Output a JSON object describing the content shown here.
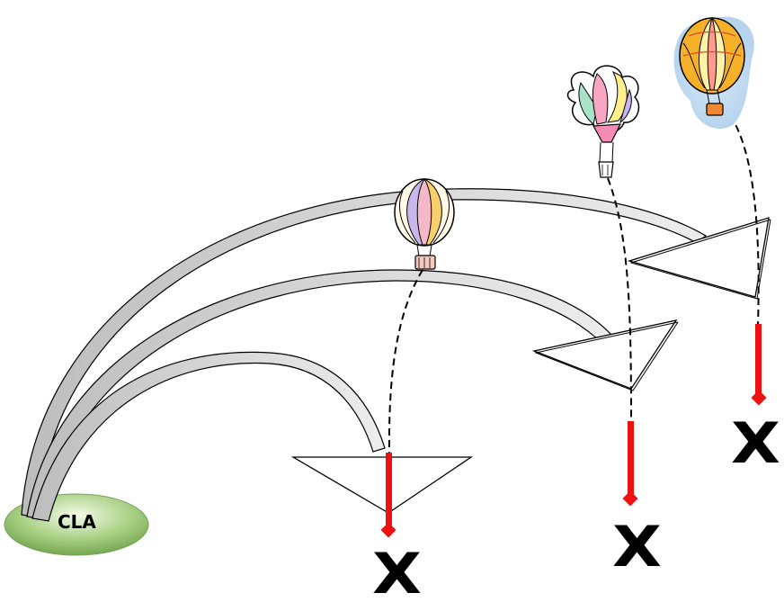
{
  "origin": {
    "label": "CLA"
  },
  "targets": [
    {
      "label": "X"
    },
    {
      "label": "X"
    },
    {
      "label": "X"
    }
  ],
  "colors": {
    "origin_fill": "#8bbf6a",
    "marker": "#ee1111",
    "arrow_fill": "#ffffff",
    "band_fill": "#d0d0d0",
    "stroke": "#000000"
  },
  "icons": [
    "hot-air-balloon-icon",
    "hot-air-balloon-icon",
    "hot-air-balloon-icon"
  ]
}
